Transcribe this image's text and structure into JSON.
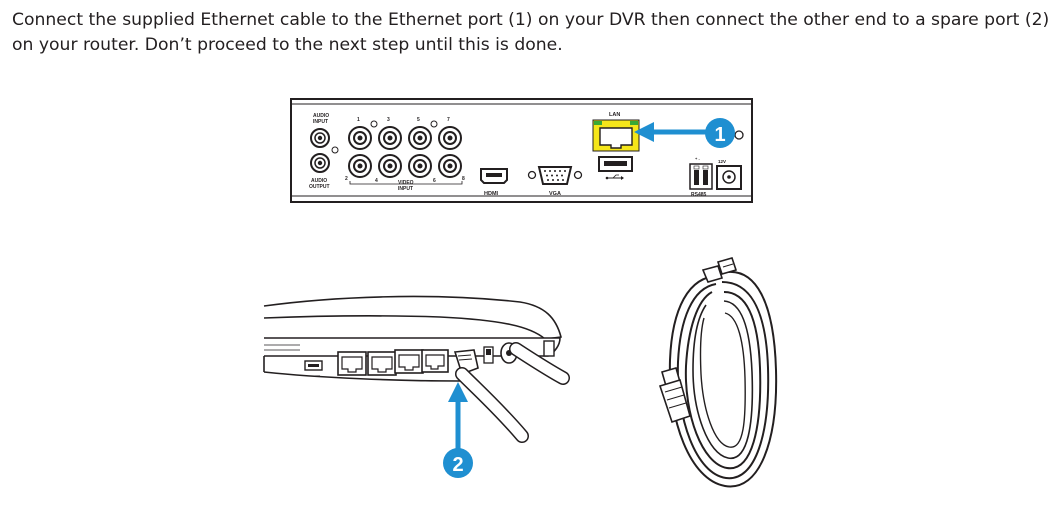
{
  "instructions": {
    "line1": "Connect the supplied Ethernet cable to the Ethernet port (1) on your DVR then connect the other end to a spare port (2)",
    "line2": "on your router. Don’t proceed to the next step until this is done."
  },
  "dvr": {
    "audio_input_label_1": "AUDIO",
    "audio_input_label_2": "INPUT",
    "audio_output_label_1": "AUDIO",
    "audio_output_label_2": "OUTPUT",
    "channel_numbers": [
      "1",
      "3",
      "5",
      "7",
      "2",
      "4",
      "6",
      "8"
    ],
    "video_input_label_1": "VIDEO",
    "video_input_label_2": "INPUT",
    "hdmi_label": "HDMI",
    "vga_label": "VGA",
    "lan_label": "LAN",
    "power_label": "12V",
    "rs485_label": "RS485"
  },
  "callouts": {
    "dvr_port_number": "1",
    "router_port_number": "2"
  },
  "colors": {
    "accent_blue": "#1f8fd1",
    "lan_port_yellow": "#f5e61a",
    "line": "#231f20"
  }
}
